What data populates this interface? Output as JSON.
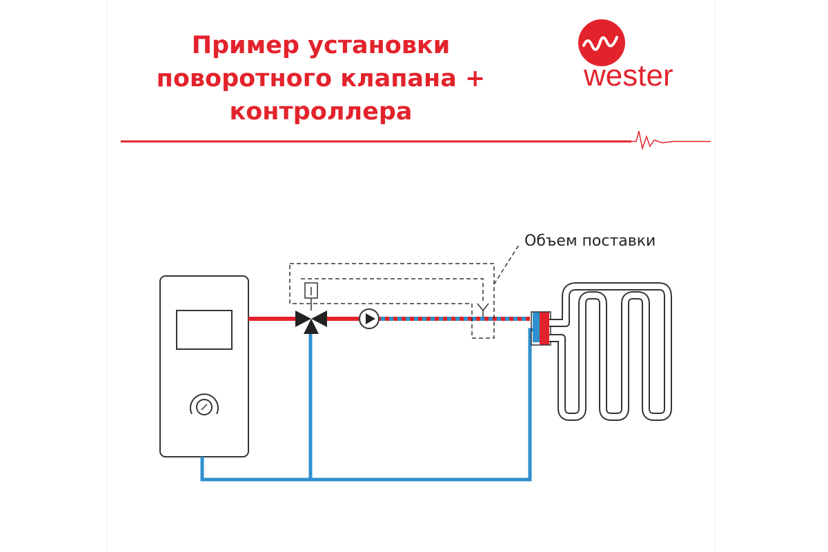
{
  "header": {
    "title_lines": [
      "Пример установки",
      "поворотного клапана +",
      "контроллера"
    ]
  },
  "logo": {
    "brand_text": "wester",
    "color": "#e3232c"
  },
  "diagram": {
    "scope_label": "Объем поставки",
    "colors": {
      "supply": "#e3232c",
      "return": "#2e90cf",
      "outline": "#333333"
    },
    "components": [
      "boiler",
      "three-way-valve",
      "actuator",
      "pump",
      "temperature-sensor",
      "manifold",
      "floor-heating-loop"
    ]
  }
}
